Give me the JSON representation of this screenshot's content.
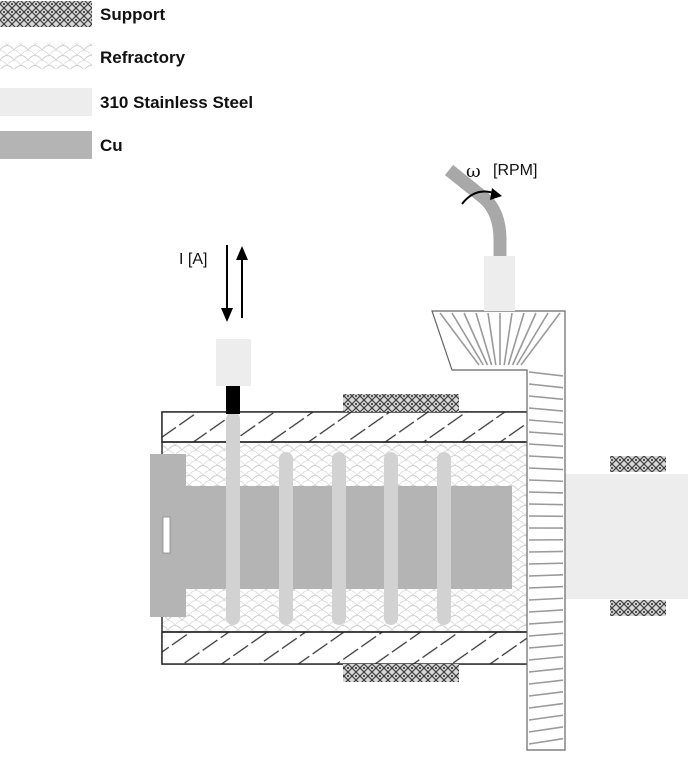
{
  "legend": [
    {
      "key": "support",
      "label": "Support"
    },
    {
      "key": "refractory",
      "label": "Refractory"
    },
    {
      "key": "steel",
      "label": "310 Stainless Steel"
    },
    {
      "key": "cu",
      "label": "Cu"
    }
  ],
  "annotations": {
    "current": "I [A]",
    "omega_symbol": "ω",
    "rpm": "[RPM]"
  },
  "colors": {
    "support": "#8a8a8a",
    "refractory": "#e2e2e2",
    "steel": "#ededed",
    "cu": "#b4b4b4",
    "rod": "#d2d2d2",
    "black": "#000000"
  }
}
